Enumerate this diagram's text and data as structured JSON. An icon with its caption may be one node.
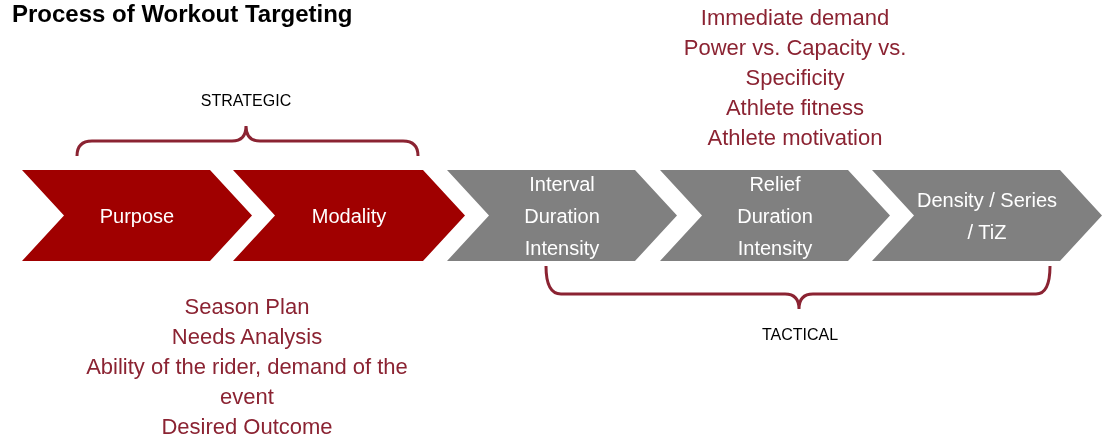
{
  "diagram": {
    "title": "Process of Workout Targeting",
    "nodes": [
      {
        "text": [
          "Purpose"
        ]
      },
      {
        "text": [
          "Modality"
        ]
      },
      {
        "text": [
          "Interval",
          "Duration",
          "Intensity"
        ]
      },
      {
        "text": [
          "Relief",
          "Duration",
          "Intensity"
        ]
      },
      {
        "text": [
          "Density / Series / TiZ"
        ]
      }
    ],
    "edges": [],
    "labels": [
      "Immediate demand",
      "Power vs. Capacity vs. Specificity",
      "Athlete fitness",
      "Athlete motivation",
      "STRATEGIC",
      "TACTICAL",
      "Season Plan",
      "Needs Analysis",
      "Ability of the rider, demand of the event",
      "Desired Outcome"
    ]
  }
}
